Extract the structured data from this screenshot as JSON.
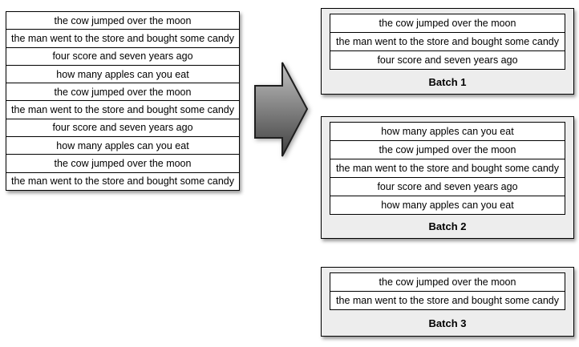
{
  "colors": {
    "background": "#ffffff",
    "box_border": "#000000",
    "row_bg": "#ffffff",
    "batch_bg": "#ededed",
    "text": "#000000",
    "arrow_light": "#c2c2c2",
    "arrow_dark": "#3f3f3f",
    "arrow_stroke": "#1f1f1f"
  },
  "source_list": {
    "rows": [
      "the cow jumped over the moon",
      "the man went to the store and bought some candy",
      "four score and seven years ago",
      "how many apples can you eat",
      "the cow jumped over the moon",
      "the man went to the store and bought some candy",
      "four score and seven years ago",
      "how many apples can you eat",
      "the cow jumped over the moon",
      "the man went to the store and bought some candy"
    ]
  },
  "arrow": {
    "icon": "right-block-arrow"
  },
  "batches": [
    {
      "label": "Batch 1",
      "rows": [
        "the cow jumped over the moon",
        "the man went to the store and bought some candy",
        "four score and seven years ago"
      ]
    },
    {
      "label": "Batch 2",
      "rows": [
        "how many apples can you eat",
        "the cow jumped over the moon",
        "the man went to the store and bought some candy",
        "four score and seven years ago",
        "how many apples can you eat"
      ]
    },
    {
      "label": "Batch 3",
      "rows": [
        "the cow jumped over the moon",
        "the man went to the store and bought some candy"
      ]
    }
  ]
}
